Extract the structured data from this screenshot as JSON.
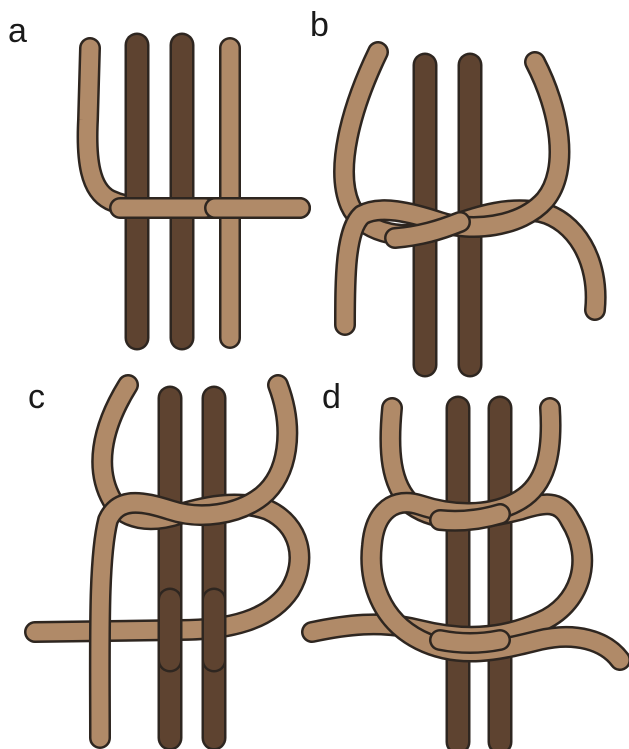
{
  "colors": {
    "core": "#5e4330",
    "cord": "#b08a68",
    "outline": "#2e2620",
    "background": "#ffffff"
  },
  "panels": [
    {
      "label": "a"
    },
    {
      "label": "b"
    },
    {
      "label": "c"
    },
    {
      "label": "d"
    }
  ]
}
